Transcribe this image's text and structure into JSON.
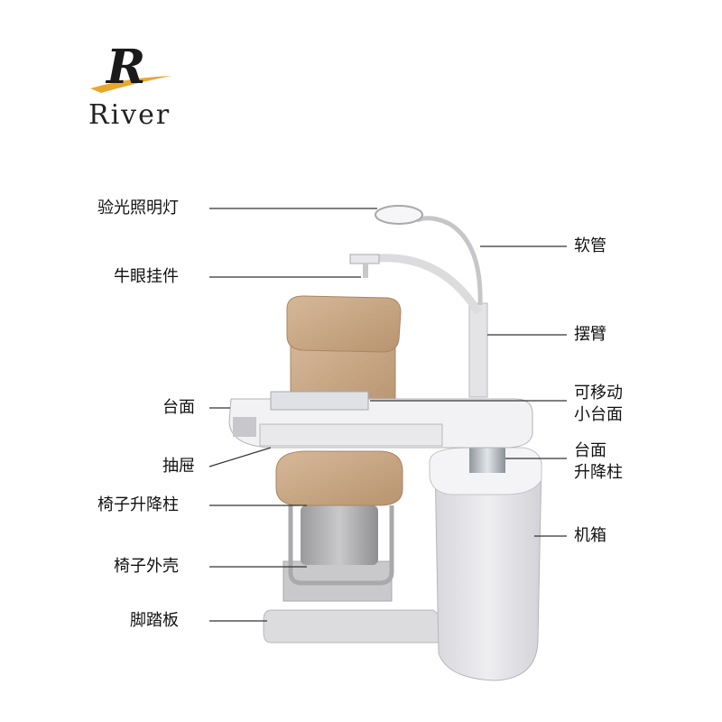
{
  "brand": {
    "name": "River",
    "logo_letter": "R"
  },
  "labels": {
    "left": [
      "验光照明灯",
      "牛眼挂件",
      "台面",
      "抽屉",
      "椅子升降柱",
      "椅子外壳",
      "脚踏板"
    ],
    "right": [
      "软管",
      "摆臂",
      "可移动\n小台面",
      "台面\n升降柱",
      "机箱"
    ]
  },
  "colors": {
    "leader_line": "#333333",
    "chair_upholstery": "#c9a887",
    "cabinet": "#e6e6e9",
    "brand_gold": "#e8a82c"
  }
}
